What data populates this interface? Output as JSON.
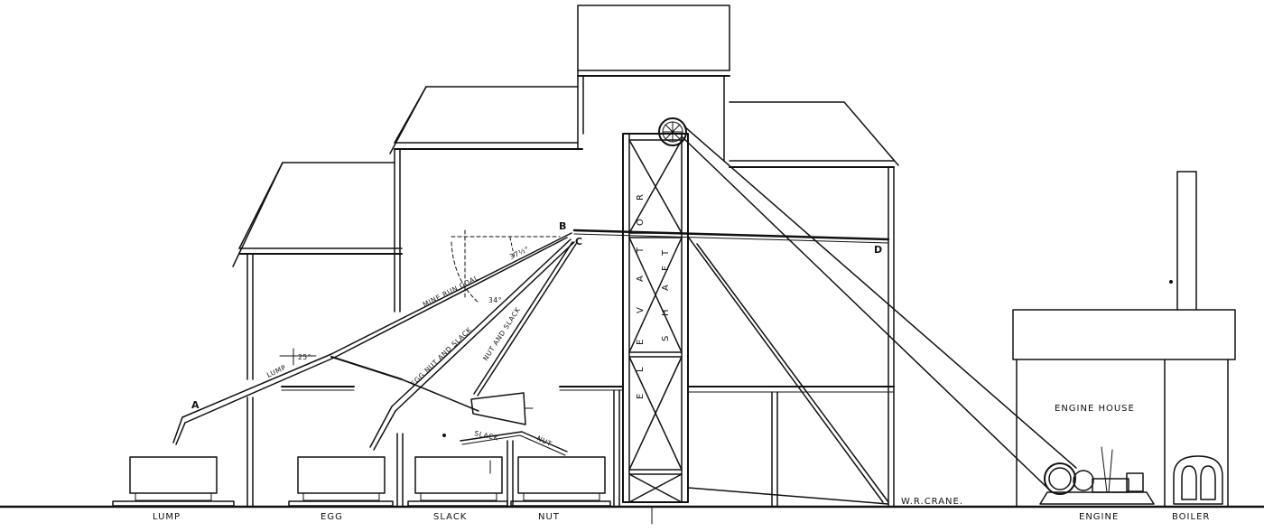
{
  "cars": {
    "lump": "LUMP",
    "egg": "EGG",
    "slack": "SLACK",
    "nut": "NUT"
  },
  "plant": {
    "engine": "ENGINE",
    "boiler": "BOILER",
    "engine_house": "ENGINE HOUSE",
    "signature": "W.R.CRANE."
  },
  "points": {
    "a": "A",
    "b": "B",
    "c": "C",
    "d": "D"
  },
  "chutes": {
    "mine_run": "MINE RUN COAL",
    "lump": "LUMP",
    "egg_nut_slack": "EGG NUT AND SLACK",
    "nut_slack": "NUT AND SLACK",
    "slack": "SLACK",
    "nut": "NUT"
  },
  "angles": {
    "b_angle": "37½°",
    "c_angle": "34°",
    "lump_angle": "25°"
  },
  "shaft": {
    "word1": [
      "E",
      "L",
      "E",
      "V",
      "A",
      "T",
      "O",
      "R"
    ],
    "word2": [
      "S",
      "H",
      "A",
      "F",
      "T"
    ]
  }
}
